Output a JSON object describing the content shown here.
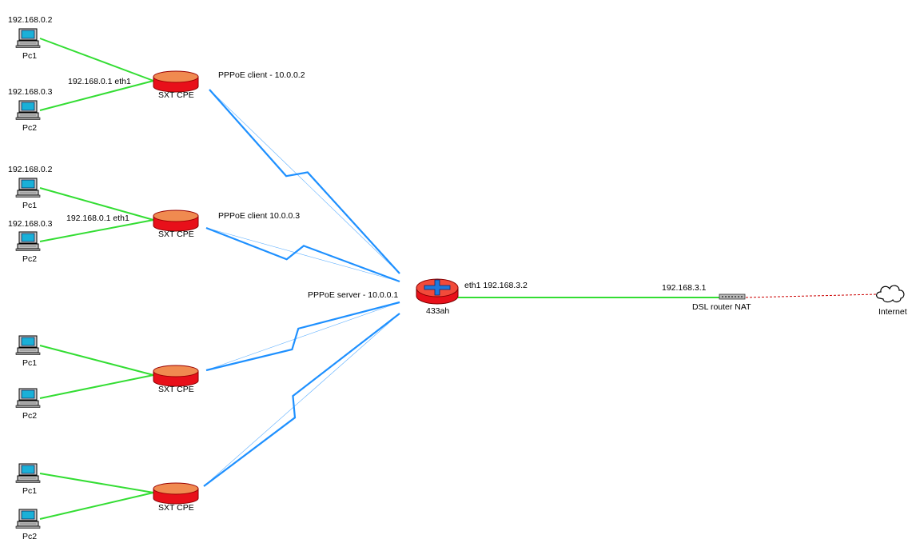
{
  "colors": {
    "lan_link": "#33dd33",
    "wireless_link": "#1e90ff",
    "wan_link": "#cc0000",
    "cpe_red": "#e8101a",
    "cpe_top": "#f08a50",
    "router_blue": "#1e78dc",
    "pc_screen": "#1ab0d8"
  },
  "icons": {
    "pc": "desktop-computer-icon",
    "cpe": "sxt-cpe-disc-icon",
    "router": "core-router-icon",
    "dsl": "dsl-modem-icon",
    "cloud": "internet-cloud-icon"
  },
  "groups": [
    {
      "pcs": [
        {
          "ip": "192.168.0.2",
          "name": "Pc1"
        },
        {
          "ip": "192.168.0.3",
          "name": "Pc2"
        }
      ],
      "cpe_name": "SXT CPE",
      "lan_label": "192.168.0.1 eth1",
      "pppoe_label": "PPPoE client - 10.0.0.2"
    },
    {
      "pcs": [
        {
          "ip": "192.168.0.2",
          "name": "Pc1"
        },
        {
          "ip": "192.168.0.3",
          "name": "Pc2"
        }
      ],
      "cpe_name": "SXT CPE",
      "lan_label": "192.168.0.1 eth1",
      "pppoe_label": "PPPoE client 10.0.0.3"
    },
    {
      "pcs": [
        {
          "ip": "",
          "name": "Pc1"
        },
        {
          "ip": "",
          "name": "Pc2"
        }
      ],
      "cpe_name": "SXT CPE",
      "lan_label": "",
      "pppoe_label": ""
    },
    {
      "pcs": [
        {
          "ip": "",
          "name": "Pc1"
        },
        {
          "ip": "",
          "name": "Pc2"
        }
      ],
      "cpe_name": "SXT CPE",
      "lan_label": "",
      "pppoe_label": ""
    }
  ],
  "core": {
    "name": "433ah",
    "server_label": "PPPoE server - 10.0.0.1",
    "eth_label": "eth1 192.168.3.2"
  },
  "dsl": {
    "ip": "192.168.3.1",
    "name": "DSL router NAT"
  },
  "internet": {
    "name": "Internet"
  }
}
